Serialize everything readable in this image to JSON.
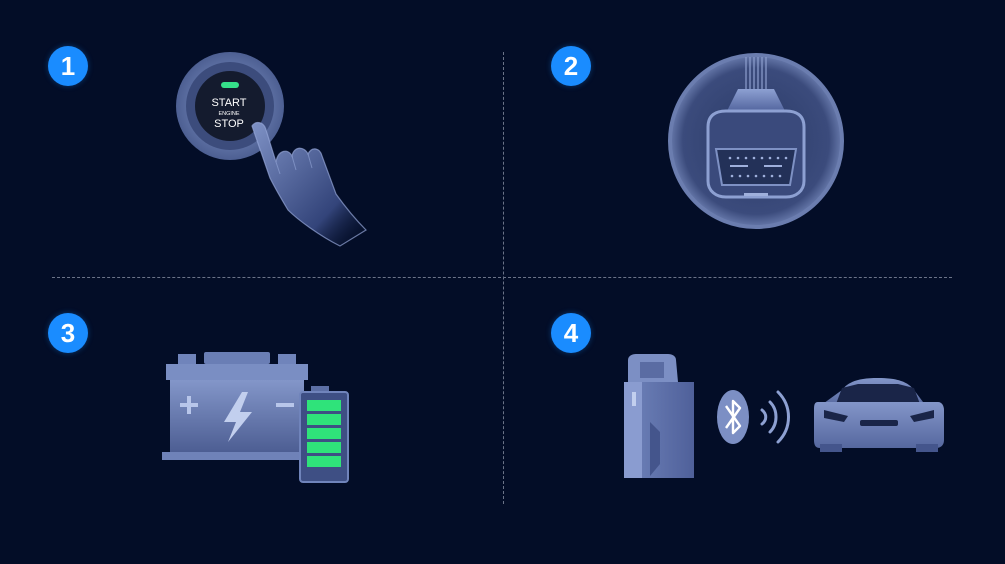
{
  "steps": [
    {
      "number": "1"
    },
    {
      "number": "2"
    },
    {
      "number": "3"
    },
    {
      "number": "4"
    }
  ],
  "start_button": {
    "line1": "START",
    "line2": "ENGINE",
    "line3": "STOP"
  },
  "colors": {
    "background": "#030d27",
    "badge": "#1a8cff",
    "illustration": "#5d6f9e",
    "battery_level": "#2fe37a",
    "indicator": "#35e08a"
  },
  "icons": [
    "hand-pointer-icon",
    "obd-port-icon",
    "car-battery-icon",
    "charge-level-icon",
    "obd-dongle-icon",
    "bluetooth-icon",
    "signal-waves-icon",
    "car-icon"
  ]
}
